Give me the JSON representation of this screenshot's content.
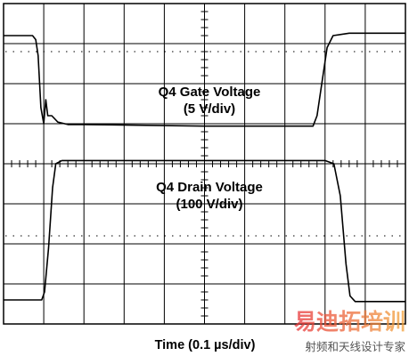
{
  "chart_data": {
    "type": "line",
    "xlabel": "Time (0.1 µs/div)",
    "divisions": {
      "horizontal": 10,
      "vertical": 8
    },
    "grid": true,
    "series": [
      {
        "name": "Q4 Gate Voltage",
        "scale": "(5 V/div)",
        "color": "#000000",
        "points_div": [
          [
            0.0,
            7.2
          ],
          [
            0.72,
            7.2
          ],
          [
            0.8,
            7.1
          ],
          [
            0.86,
            6.7
          ],
          [
            0.93,
            5.4
          ],
          [
            1.0,
            5.0
          ],
          [
            1.05,
            5.6
          ],
          [
            1.1,
            5.2
          ],
          [
            1.2,
            5.2
          ],
          [
            1.35,
            5.04
          ],
          [
            1.6,
            4.98
          ],
          [
            2.0,
            4.98
          ],
          [
            5.0,
            4.94
          ],
          [
            7.7,
            4.94
          ],
          [
            7.8,
            5.2
          ],
          [
            8.05,
            6.9
          ],
          [
            8.2,
            7.2
          ],
          [
            8.6,
            7.26
          ],
          [
            10.0,
            7.26
          ]
        ]
      },
      {
        "name": "Q4 Drain Voltage",
        "scale": "(100 V/div)",
        "color": "#000000",
        "points_div": [
          [
            0.0,
            0.6
          ],
          [
            0.95,
            0.6
          ],
          [
            1.02,
            0.8
          ],
          [
            1.12,
            1.9
          ],
          [
            1.22,
            3.4
          ],
          [
            1.3,
            4.0
          ],
          [
            1.45,
            4.08
          ],
          [
            8.0,
            4.08
          ],
          [
            8.22,
            4.0
          ],
          [
            8.38,
            3.2
          ],
          [
            8.52,
            1.5
          ],
          [
            8.62,
            0.7
          ],
          [
            8.75,
            0.56
          ],
          [
            10.0,
            0.56
          ]
        ]
      }
    ],
    "reference_levels_div": [
      6.8,
      2.2
    ]
  },
  "watermark": {
    "text_big": "易迪拓培训",
    "text_small": "射频和天线设计专家",
    "colors": [
      "#e8343a",
      "#f2a33a"
    ]
  }
}
